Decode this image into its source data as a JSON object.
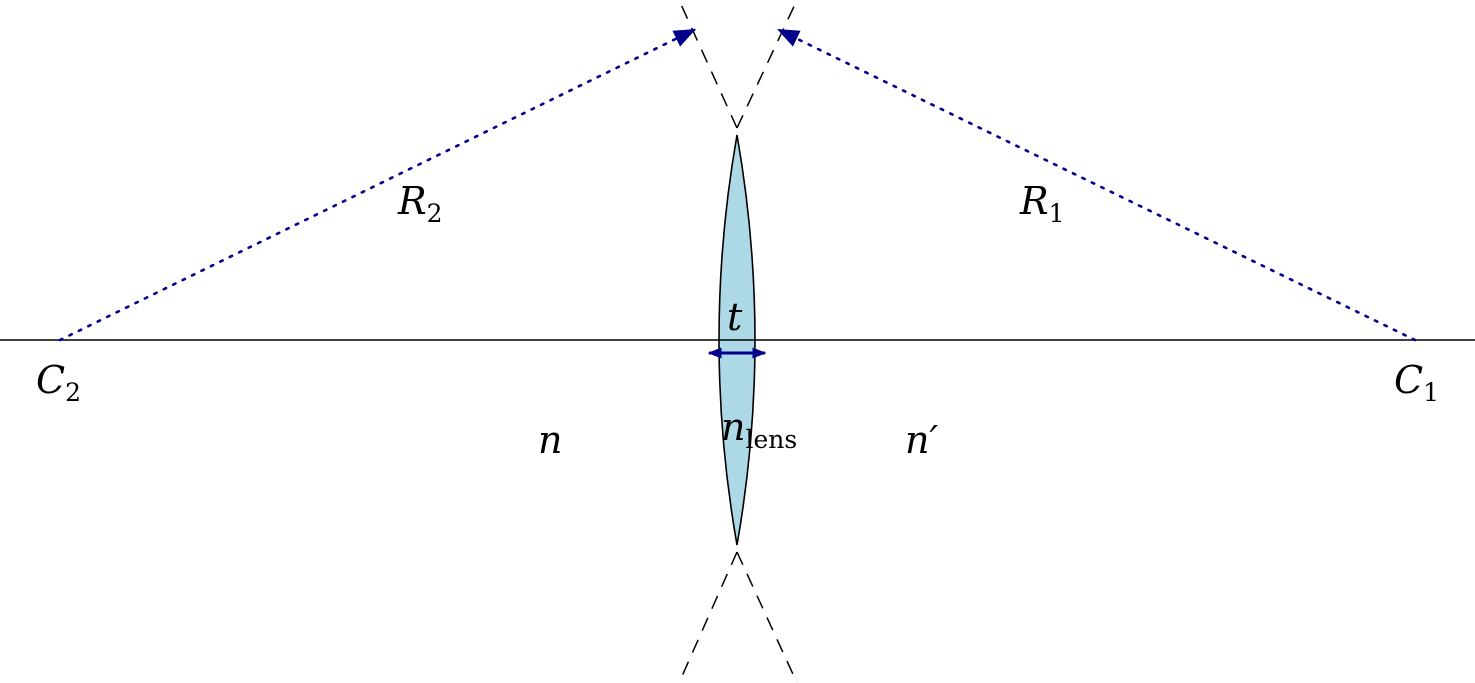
{
  "labels": {
    "center_left": {
      "symbol": "C",
      "sub": "2"
    },
    "center_right": {
      "symbol": "C",
      "sub": "1"
    },
    "radius_left": {
      "symbol": "R",
      "sub": "2"
    },
    "radius_right": {
      "symbol": "R",
      "sub": "1"
    },
    "thickness": "t",
    "index_left": "n",
    "index_lens": {
      "symbol": "n",
      "sub": "lens"
    },
    "index_right": "n′"
  },
  "colors": {
    "lens_fill": "#add8e6",
    "arrow": "#00008b",
    "line": "#000000"
  }
}
